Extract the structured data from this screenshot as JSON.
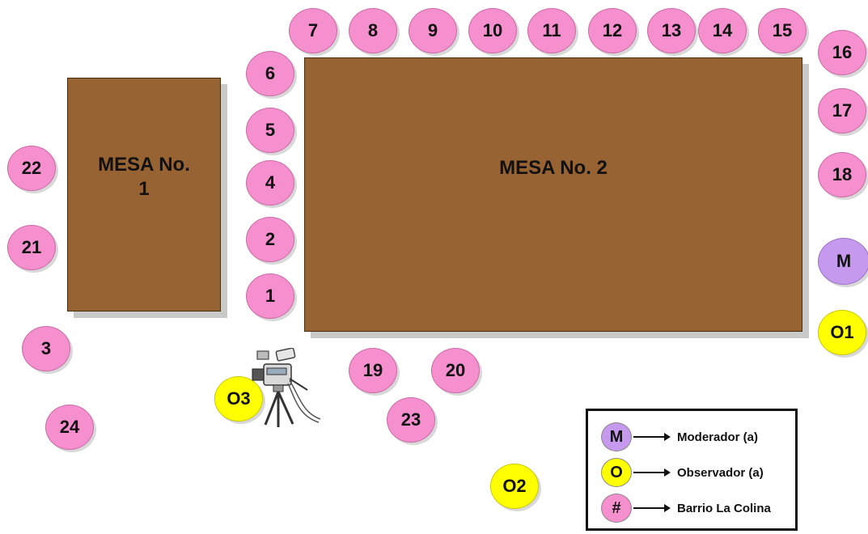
{
  "tables": [
    {
      "id": "mesa1",
      "label": "MESA No. 1"
    },
    {
      "id": "mesa2",
      "label": "MESA No. 2"
    }
  ],
  "seats": [
    "1",
    "2",
    "3",
    "4",
    "5",
    "6",
    "7",
    "8",
    "9",
    "10",
    "11",
    "12",
    "13",
    "14",
    "15",
    "16",
    "17",
    "18",
    "19",
    "20",
    "21",
    "22",
    "23",
    "24"
  ],
  "moderator": "M",
  "observers": [
    "O1",
    "O2",
    "O3"
  ],
  "legend": {
    "moderator": {
      "symbol": "M",
      "label": "Moderador (a)"
    },
    "observer": {
      "symbol": "O",
      "label": "Observador (a)"
    },
    "participant": {
      "symbol": "#",
      "label": "Barrio La Colina"
    }
  },
  "colors": {
    "table": "#976333",
    "participant": "#f58fcd",
    "observer": "#ffff00",
    "moderator": "#c59aee"
  },
  "icons": {
    "camera": "video-camera-icon"
  }
}
